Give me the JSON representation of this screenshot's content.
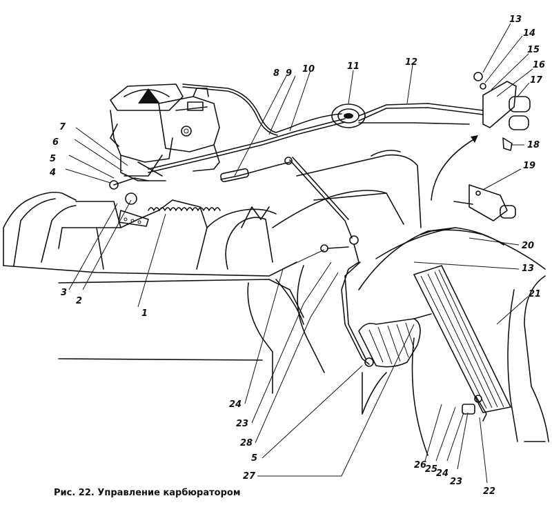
{
  "caption": "Рис. 22. Управление карбюратором",
  "callouts": [
    "1",
    "2",
    "3",
    "4",
    "5",
    "6",
    "7",
    "8",
    "9",
    "10",
    "11",
    "12",
    "13",
    "14",
    "15",
    "16",
    "17",
    "18",
    "19",
    "20",
    "13",
    "21",
    "24",
    "23",
    "28",
    "5",
    "27",
    "26",
    "25",
    "24",
    "23",
    "22"
  ]
}
